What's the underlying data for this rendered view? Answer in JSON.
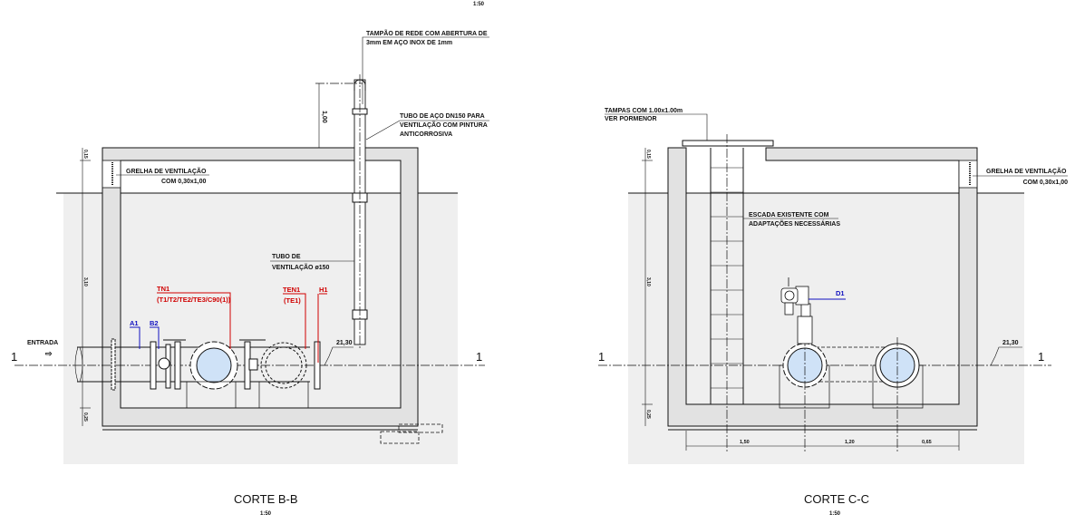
{
  "top_scale": "1:50",
  "left_section": {
    "title": "CORTE B-B",
    "scale": "1:50",
    "notes": {
      "tampao": [
        "TAMPÃO DE REDE COM ABERTURA DE",
        "3mm EM AÇO INOX DE 1mm"
      ],
      "tubo_aco": [
        "TUBO DE AÇO DN150 PARA",
        "VENTILAÇÃO COM PINTURA",
        "ANTICORROSIVA"
      ],
      "tubo_vent": [
        "TUBO DE",
        "VENTILAÇÃO ø150"
      ],
      "grelha": [
        "GRELHA DE VENTILAÇÃO",
        "COM 0,30x1,00"
      ],
      "entrada": "ENTRADA"
    },
    "dimensions": {
      "vent_height": "1,00",
      "slab": "0,15",
      "height": "3,10",
      "floor": "0,25"
    },
    "level": "21,30",
    "section_marks": [
      "1",
      "1"
    ],
    "tags_blue": [
      "A1",
      "B2"
    ],
    "tags_red": {
      "tn1": "TN1",
      "tn1_detail": "(T1/T2/TE2/TE3/C90(1))",
      "ten1": "TEN1",
      "ten1_detail": "(TE1)",
      "h1": "H1"
    }
  },
  "right_section": {
    "title": "CORTE C-C",
    "scale": "1:50",
    "notes": {
      "tampas": [
        "TAMPAS COM 1.00x1.00m",
        "VER PORMENOR"
      ],
      "escada": [
        "ESCADA EXISTENTE COM",
        "ADAPTAÇÕES NECESSÁRIAS"
      ],
      "grelha": [
        "GRELHA DE VENTILAÇÃO",
        "COM 0,30x1,00"
      ]
    },
    "dimensions": {
      "slab": "0,15",
      "height": "3,10",
      "floor": "0,25",
      "bottom": [
        "1,50",
        "1,20",
        "0,65"
      ]
    },
    "level": "21,30",
    "section_marks": [
      "1",
      "1"
    ],
    "tags_blue": [
      "D1"
    ]
  },
  "colors": {
    "water": "#cfe2f7",
    "ground": "#efefef",
    "concrete": "#e2e2e2",
    "red_tag": "#d00000",
    "blue_tag": "#1010c0"
  }
}
